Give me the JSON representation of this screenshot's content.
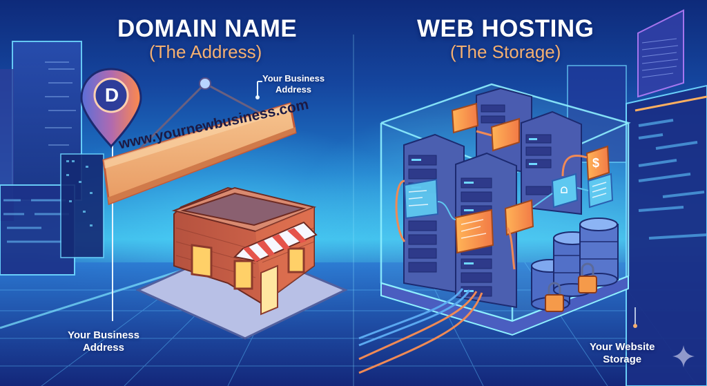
{
  "left_panel": {
    "title": "DOMAIN NAME",
    "subtitle": "(The Address)",
    "pin_letter": "D",
    "sign_text": "www.yournewbusiness.com",
    "callout_top": {
      "line1": "Your Business",
      "line2": "Address"
    },
    "callout_bottom": {
      "line1": "Your Business",
      "line2": "Address"
    }
  },
  "right_panel": {
    "title": "WEB HOSTING",
    "subtitle": "(The Storage)",
    "dollar_symbol": "$",
    "callout_bottom": {
      "line1": "Your Website",
      "line2": "Storage"
    }
  },
  "colors": {
    "title": "#ffffff",
    "subtitle": "#f4b071",
    "sign_wood": "#f0b47c",
    "brick": "#c8604a",
    "awning_red": "#e5534b",
    "server_body": "#4b5fb0",
    "glow": "#7fe6ff",
    "orange_panel": "#f7934a"
  },
  "icons": [
    "map-pin-icon",
    "storefront-icon",
    "server-rack-icon",
    "database-icon",
    "padlock-icon",
    "dollar-icon",
    "document-icon",
    "sparkle-icon"
  ]
}
